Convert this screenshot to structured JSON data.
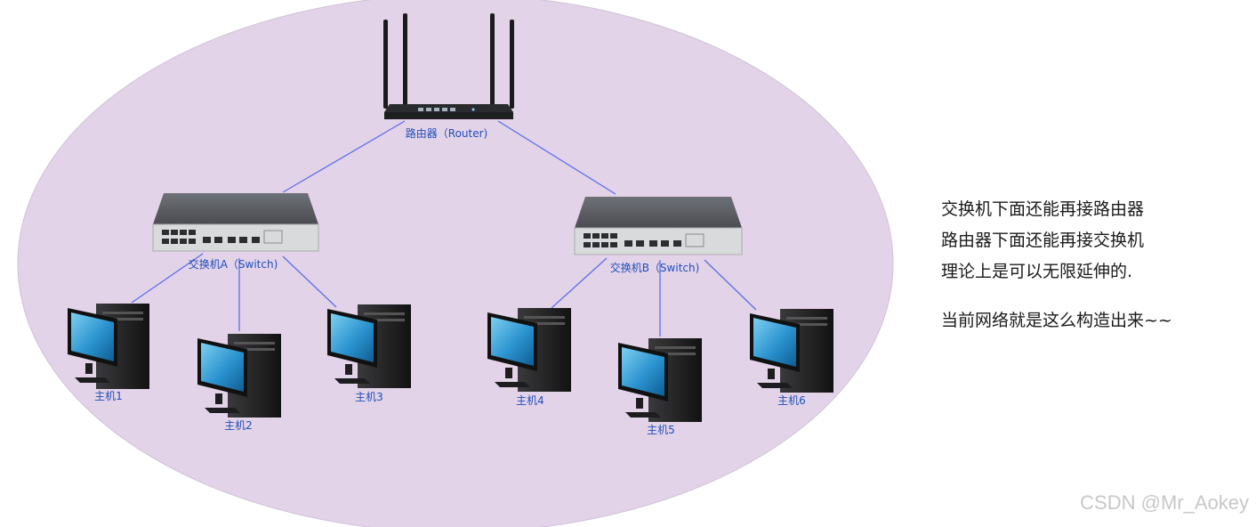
{
  "diagram": {
    "router": {
      "label": "路由器（Router)"
    },
    "switches": [
      {
        "label": "交换机A（Switch)"
      },
      {
        "label": "交换机B（Switch)"
      }
    ],
    "hosts": [
      {
        "label": "主机1"
      },
      {
        "label": "主机2"
      },
      {
        "label": "主机3"
      },
      {
        "label": "主机4"
      },
      {
        "label": "主机5"
      },
      {
        "label": "主机6"
      }
    ]
  },
  "notes": {
    "lines": [
      "交换机下面还能再接路由器",
      "路由器下面还能再接交换机",
      "理论上是可以无限延伸的."
    ],
    "conclusion": "当前网络就是这么构造出来~~"
  },
  "watermark": "CSDN @Mr_Aokey",
  "colors": {
    "ellipse_fill": "#e3d3e8",
    "link_line": "#5b6ee8",
    "label_text": "#1f4fb8"
  }
}
